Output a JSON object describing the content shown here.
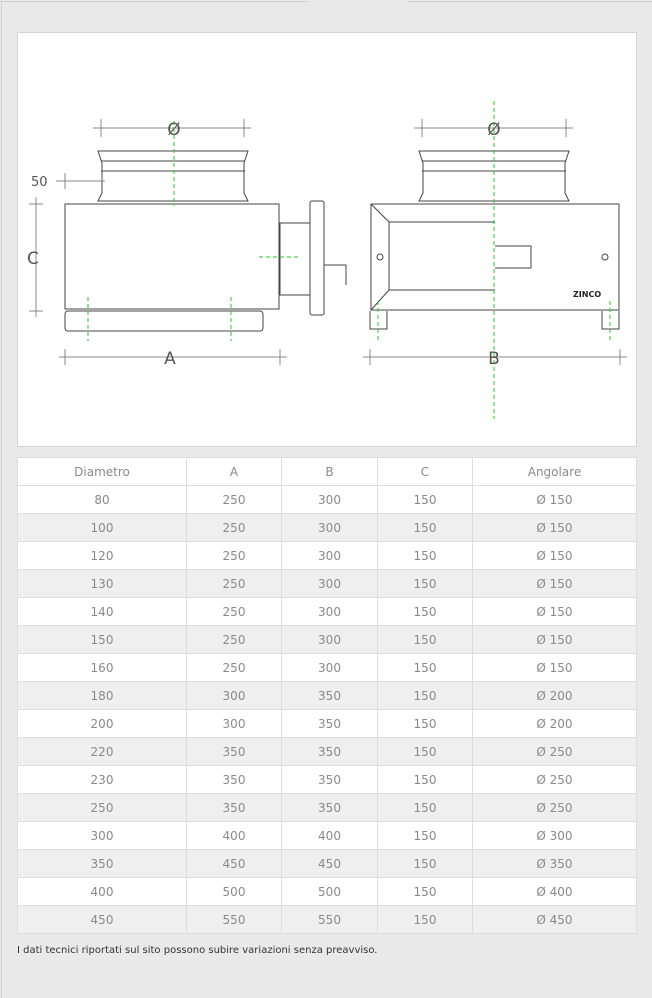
{
  "drawing": {
    "labels": {
      "diameter": "Ø",
      "fifty": "50",
      "c": "C",
      "a": "A",
      "b": "B",
      "brand": "ZINCO"
    }
  },
  "table": {
    "headers": [
      "Diametro",
      "A",
      "B",
      "C",
      "Angolare"
    ],
    "rows": [
      [
        "80",
        "250",
        "300",
        "150",
        "Ø 150"
      ],
      [
        "100",
        "250",
        "300",
        "150",
        "Ø 150"
      ],
      [
        "120",
        "250",
        "300",
        "150",
        "Ø 150"
      ],
      [
        "130",
        "250",
        "300",
        "150",
        "Ø 150"
      ],
      [
        "140",
        "250",
        "300",
        "150",
        "Ø 150"
      ],
      [
        "150",
        "250",
        "300",
        "150",
        "Ø 150"
      ],
      [
        "160",
        "250",
        "300",
        "150",
        "Ø 150"
      ],
      [
        "180",
        "300",
        "350",
        "150",
        "Ø 200"
      ],
      [
        "200",
        "300",
        "350",
        "150",
        "Ø 200"
      ],
      [
        "220",
        "350",
        "350",
        "150",
        "Ø 250"
      ],
      [
        "230",
        "350",
        "350",
        "150",
        "Ø 250"
      ],
      [
        "250",
        "350",
        "350",
        "150",
        "Ø 250"
      ],
      [
        "300",
        "400",
        "400",
        "150",
        "Ø 300"
      ],
      [
        "350",
        "450",
        "450",
        "150",
        "Ø 350"
      ],
      [
        "400",
        "500",
        "500",
        "150",
        "Ø 400"
      ],
      [
        "450",
        "550",
        "550",
        "150",
        "Ø 450"
      ]
    ]
  },
  "note": "I dati tecnici riportati sul sito possono subire variazioni senza preavviso."
}
